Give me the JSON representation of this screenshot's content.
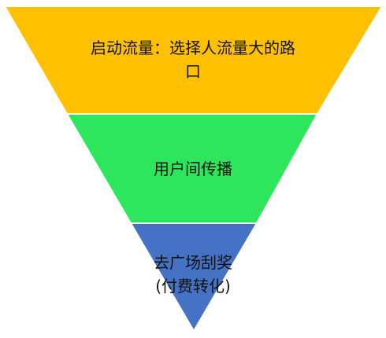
{
  "funnel": {
    "levels": [
      {
        "id": "top",
        "lines": [
          "启动流量：选择人流量大的路",
          "口"
        ],
        "color": "#FFC000"
      },
      {
        "id": "middle",
        "lines": [
          "用户间传播"
        ],
        "color": "#2EE65C"
      },
      {
        "id": "bottom",
        "lines": [
          "去广场刮奖",
          "(付费转化)"
        ],
        "color": "#4472C4"
      }
    ]
  }
}
